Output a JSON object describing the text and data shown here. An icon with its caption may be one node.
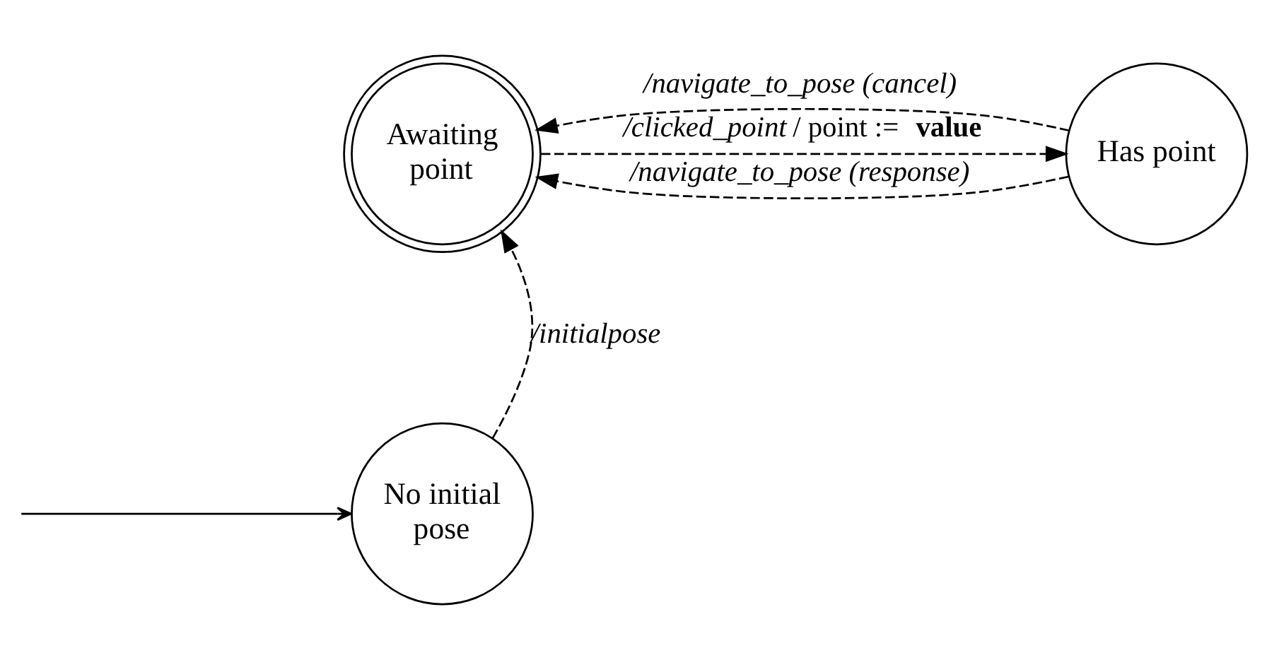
{
  "diagram": {
    "nodes": [
      {
        "text": [
          "Awaiting point"
        ]
      },
      {
        "text": [
          "Has point"
        ]
      },
      {
        "text": [
          "No initial pose"
        ]
      }
    ],
    "edges": [
      {
        "from": 0,
        "to": 1,
        "arrow": "to",
        "style": "dashed",
        "label": "*/clicked_point* / point := **value**"
      },
      {
        "from": 1,
        "to": 0,
        "arrow": "to",
        "style": "dashed",
        "label": "/navigate_to_pose (response)"
      },
      {
        "from": 1,
        "to": 0,
        "arrow": "to",
        "style": "dashed",
        "label": "/navigate_to_pose (cancel)"
      },
      {
        "from": 2,
        "to": 0,
        "arrow": "to",
        "style": "dashed",
        "label": "/initialpose"
      },
      {
        "from": null,
        "to": 2,
        "arrow": "to"
      }
    ]
  }
}
